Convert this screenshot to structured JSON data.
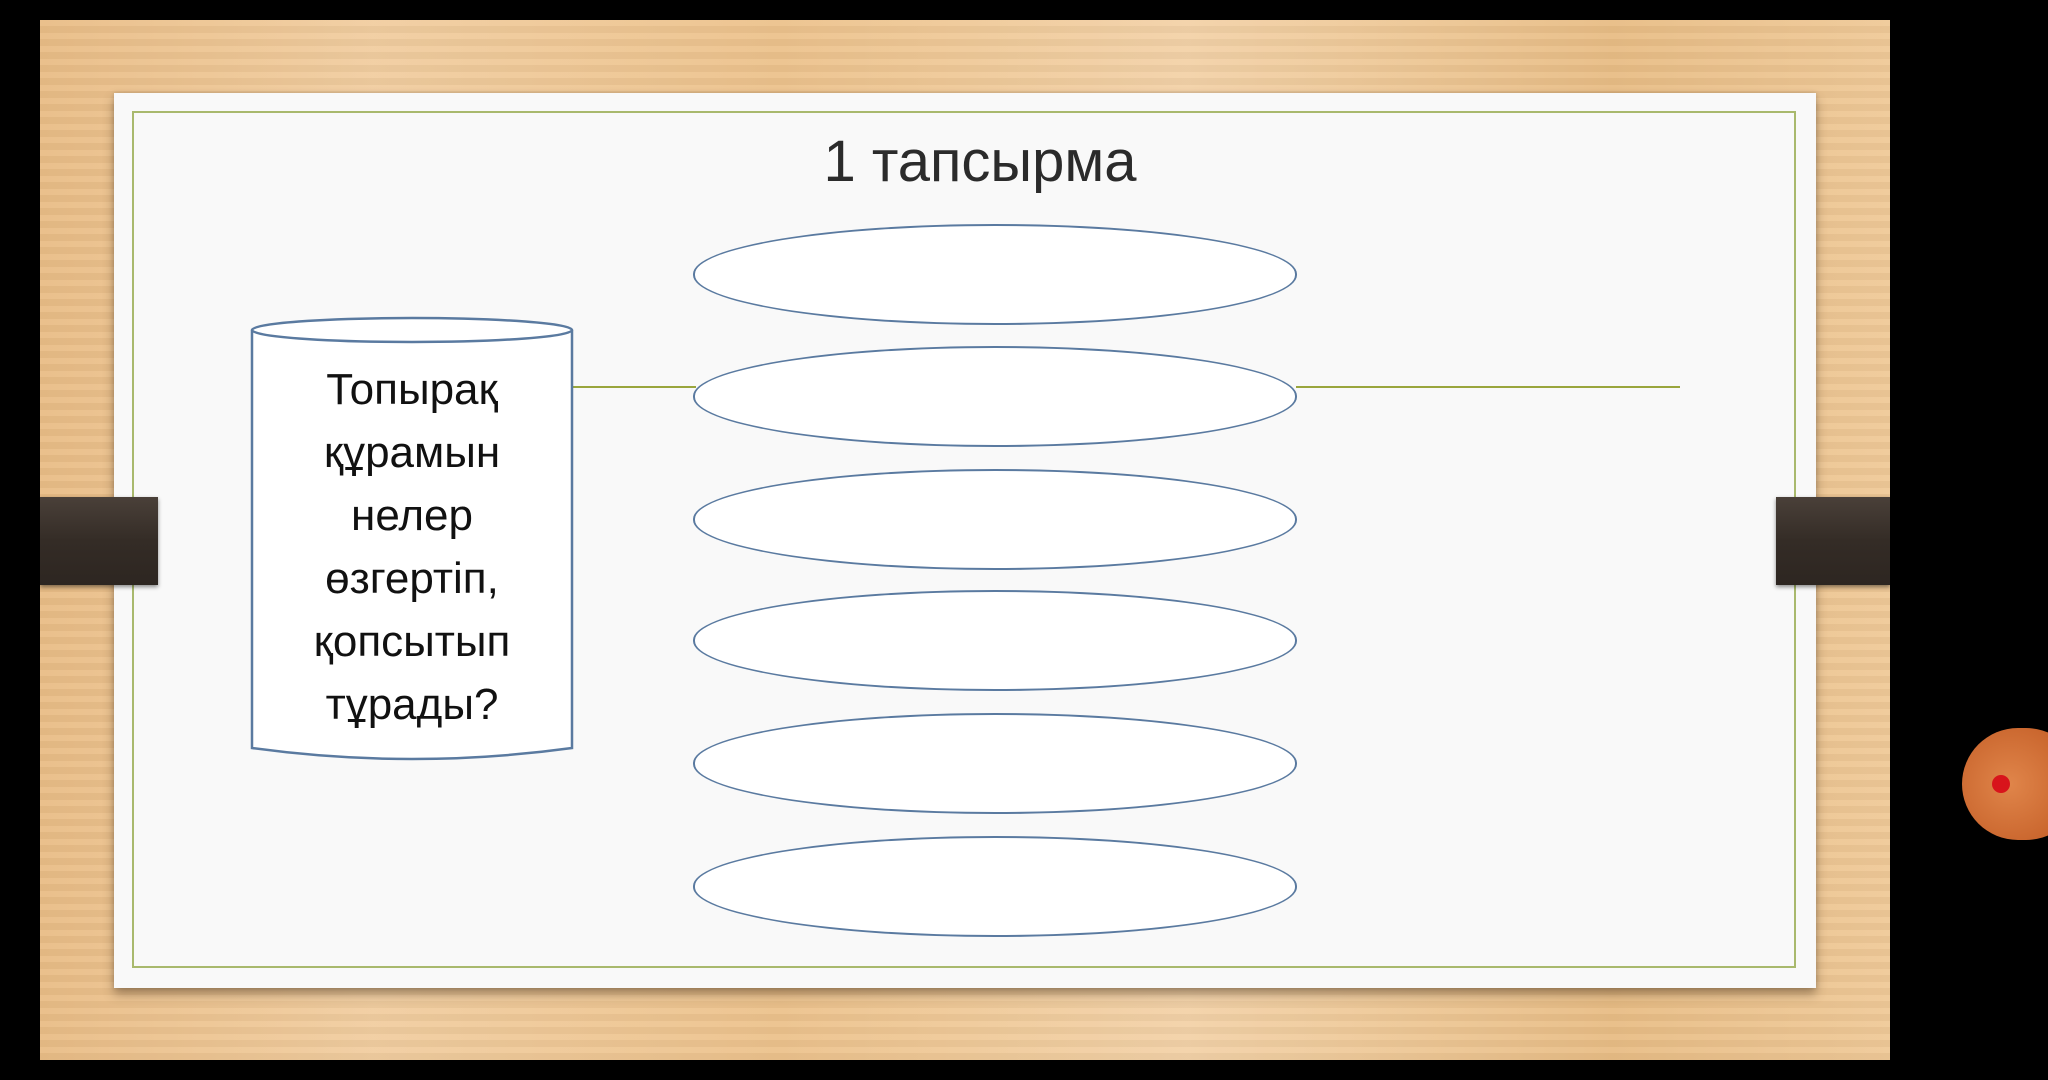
{
  "slide": {
    "title": "1 тапсырма",
    "cylinder_lines": [
      "Топырақ",
      "құрамын",
      "нелер",
      "өзгертіп,",
      "қопсытып",
      "тұрады?"
    ],
    "answer_ovals": [
      "",
      "",
      "",
      "",
      "",
      ""
    ]
  },
  "colors": {
    "wood": "#ecc28c",
    "paper": "#f9f9f9",
    "border": "#a9b96d",
    "connector": "#9aa63d",
    "oval_outline": "#5a7aa0",
    "clamp": "#342c26",
    "record_button": "#c9652d",
    "record_dot": "#d8141b"
  },
  "icons": {
    "record_button": "record-icon"
  }
}
